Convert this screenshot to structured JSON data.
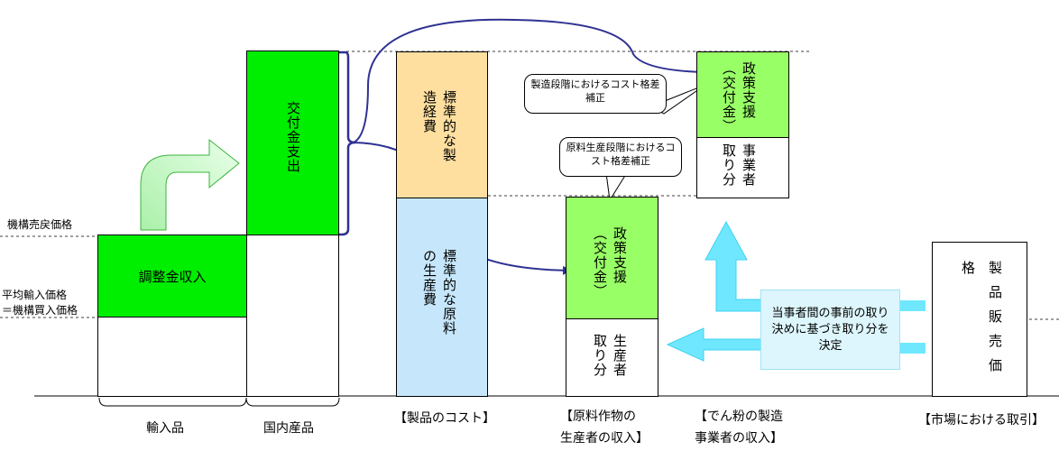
{
  "left_labels": {
    "kikou_uri": "機構売戻価格",
    "heikin_line1": "平均輸入価格",
    "heikin_line2": "＝機構買入価格"
  },
  "import": {
    "adjust_income": "調整金収入",
    "label": "輸入品"
  },
  "domestic": {
    "subsidy_payment": "交付金支出",
    "label": "国内産品"
  },
  "cost": {
    "manufacturing": "標準的な製造経費",
    "raw_material": "標準的な原料の生産費",
    "caption": "【製品のコスト】"
  },
  "farmer": {
    "policy": "政策支援（交付金）",
    "share": "生産者取り分",
    "caption_line1": "【原料作物の",
    "caption_line2": "生産者の収入】"
  },
  "manufacturer": {
    "policy": "政策支援（交付金）",
    "share": "事業者取り分",
    "caption_line1": "【でん粉の製造",
    "caption_line2": "事業者の収入】"
  },
  "market": {
    "product_price": "製品販売価格",
    "caption": "【市場における取引】"
  },
  "notes": {
    "manufacturing_stage": "製造段階におけるコスト格差補正",
    "raw_production_stage": "原料生産段階におけるコスト格差補正",
    "agreement": "当事者間の事前の取り決めに基づき取り分を決定"
  }
}
